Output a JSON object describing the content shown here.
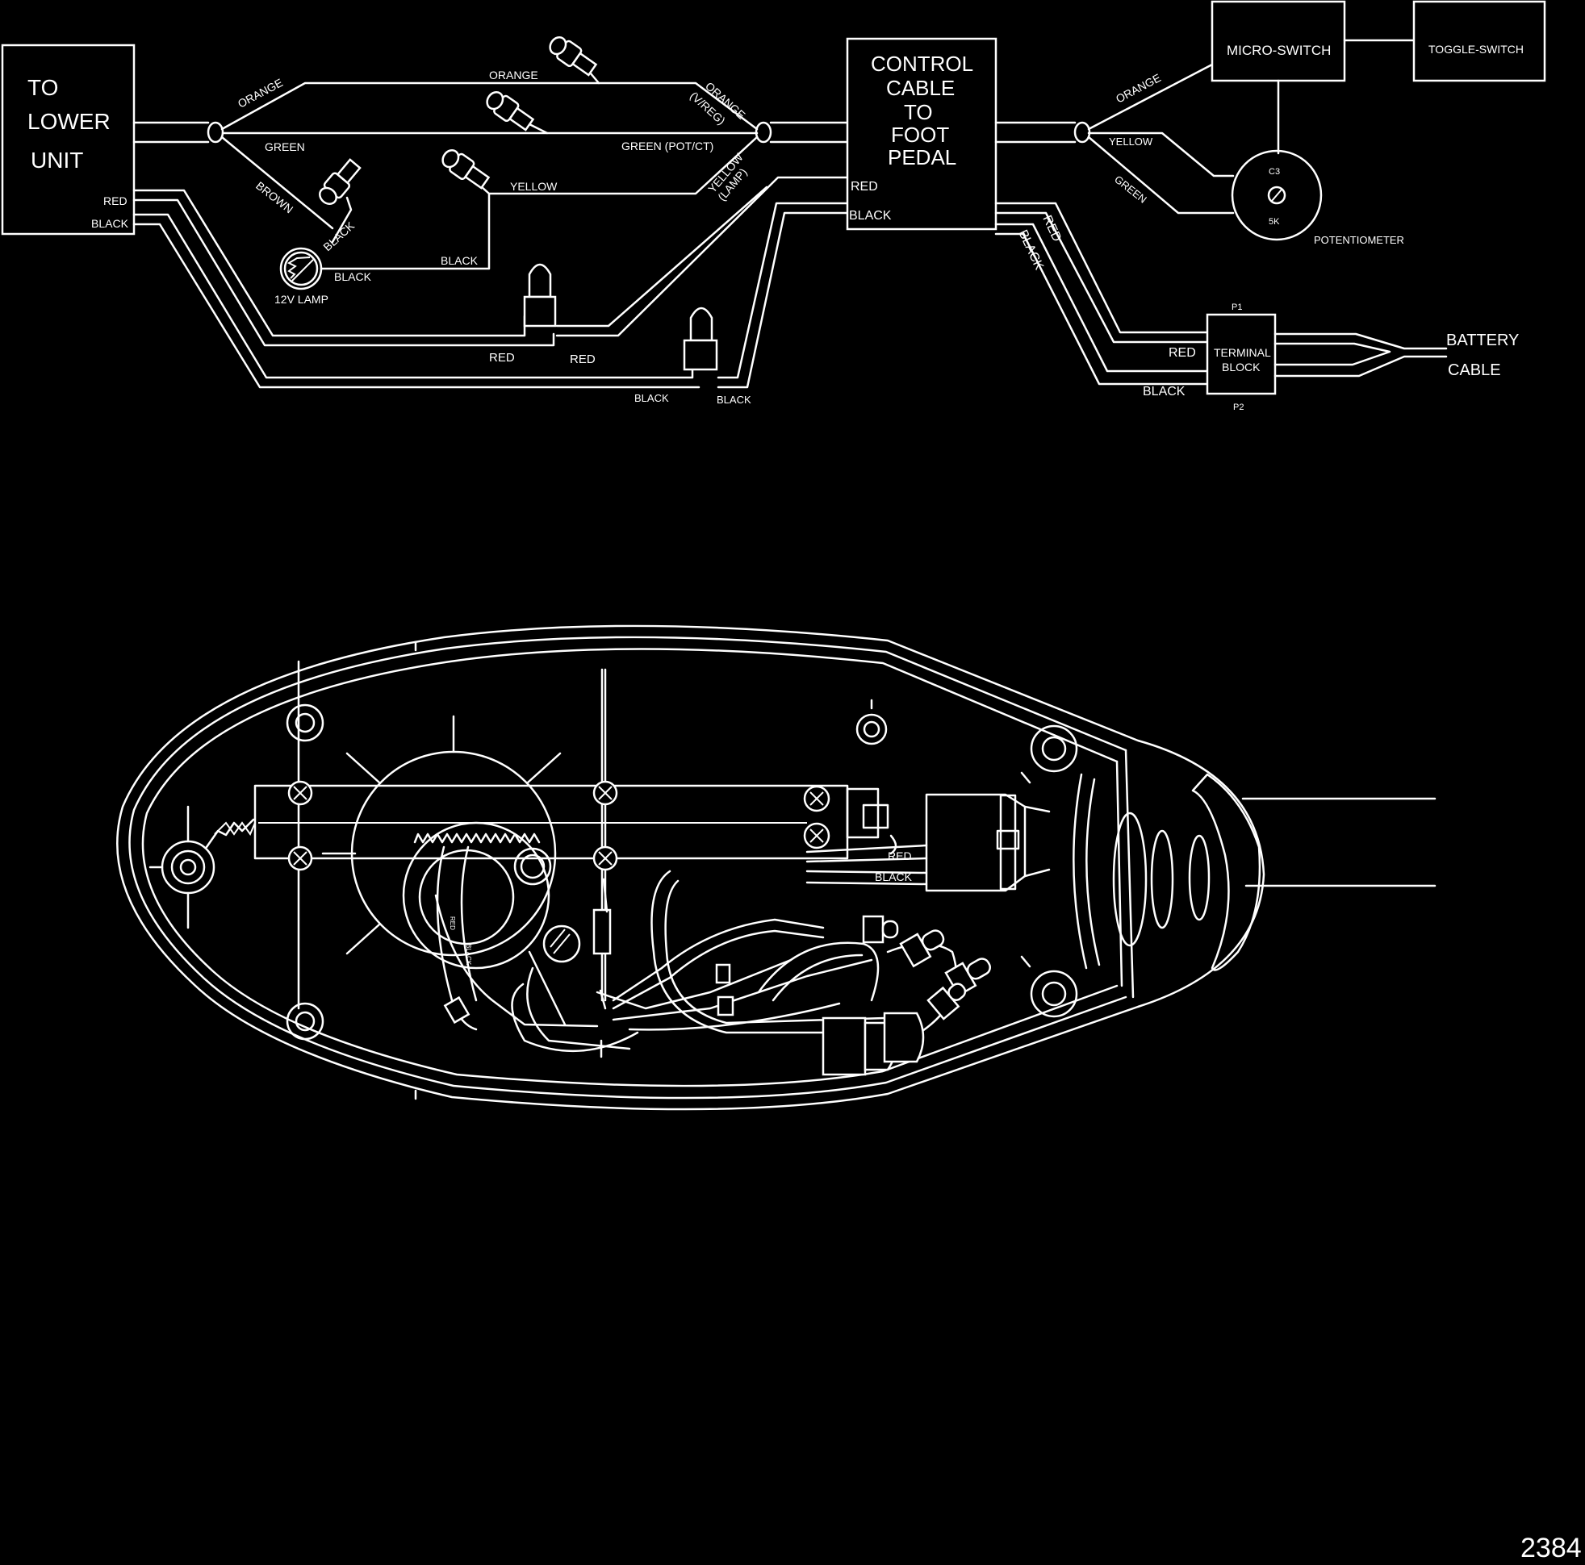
{
  "schematic": {
    "lower_unit": [
      "TO",
      "LOWER",
      "UNIT"
    ],
    "control_cable": [
      "CONTROL",
      "CABLE",
      "TO",
      "FOOT",
      "PEDAL"
    ],
    "micro_switch": "MICRO-SWITCH",
    "toggle_switch": "TOGGLE-SWITCH",
    "terminal_block": [
      "TERMINAL",
      "BLOCK"
    ],
    "terminal_p1": "P1",
    "terminal_p2": "P2",
    "battery_cable": [
      "BATTERY",
      "CABLE"
    ],
    "potentiometer": "POTENTIOMETER",
    "pot_top": "C3",
    "pot_bottom": "5K",
    "lamp": "12V LAMP",
    "wires": {
      "orange": "ORANGE",
      "orange_vreg": [
        "ORANGE",
        "(V/REG)"
      ],
      "green": "GREEN",
      "green_pot": "GREEN (POT/CT)",
      "yellow": "YELLOW",
      "yellow_lamp": [
        "YELLOW",
        "(LAMP)"
      ],
      "brown": "BROWN",
      "black": "BLACK",
      "red": "RED"
    }
  },
  "assembly": {
    "wire_red": "RED",
    "wire_black": "BLACK",
    "wire_red_small": "RED",
    "wire_black_small": "BLACK"
  },
  "figure_number": "2384"
}
